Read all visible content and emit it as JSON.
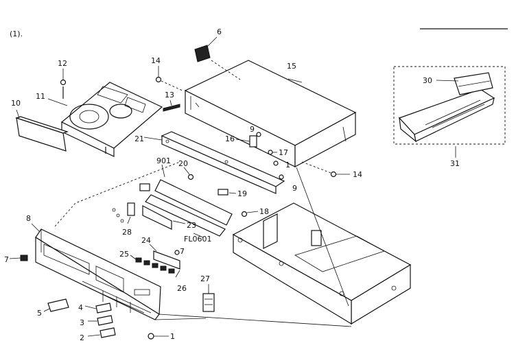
{
  "figure_ref": "(1).",
  "callouts": {
    "c1": "1",
    "c1b": "1",
    "c2": "2",
    "c3": "3",
    "c4": "4",
    "c5": "5",
    "c6": "6",
    "c7": "7",
    "c7b": "7",
    "c8": "8",
    "c9": "9",
    "c9b": "9",
    "c10": "10",
    "c11": "11",
    "c12": "12",
    "c13": "13",
    "c14": "14",
    "c14b": "14",
    "c15": "15",
    "c16": "16",
    "c17": "17",
    "c18": "18",
    "c19": "19",
    "c20": "20",
    "c21": "21",
    "c23": "23",
    "c24": "24",
    "c25": "25",
    "c26": "26",
    "c27": "27",
    "c28": "28",
    "c30": "30",
    "c31": "31",
    "c901": "901",
    "cFL": "FL0601"
  }
}
